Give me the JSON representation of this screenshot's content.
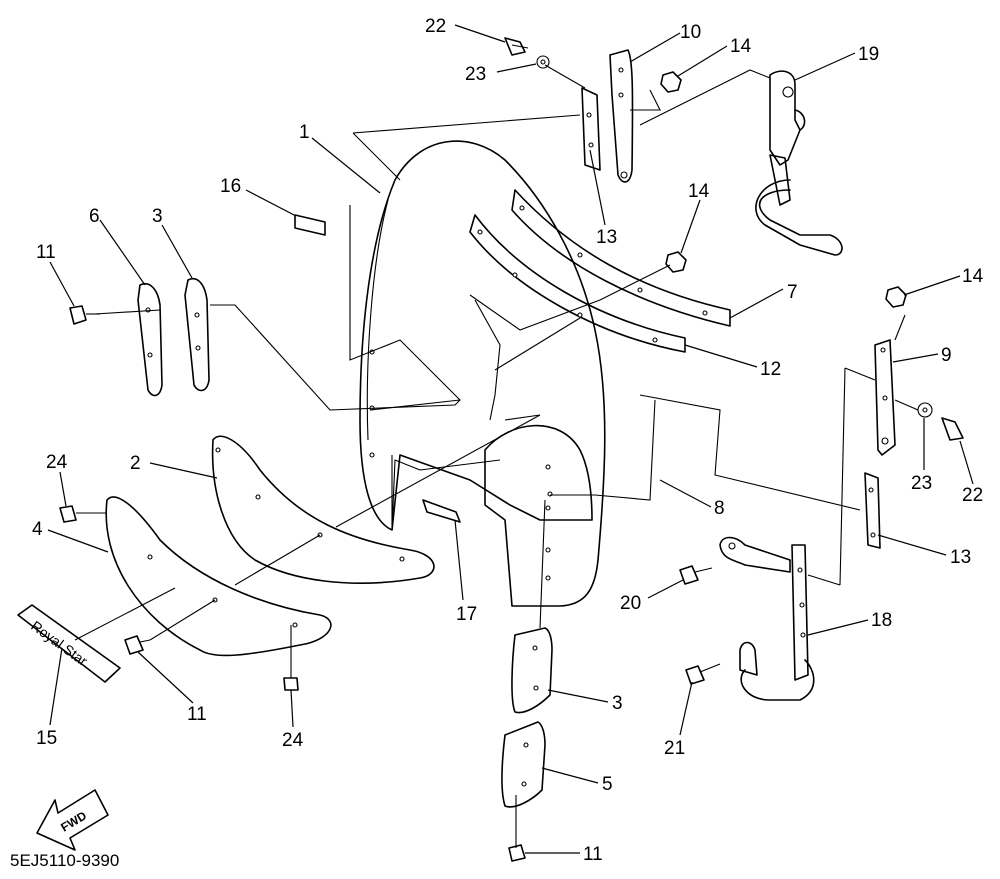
{
  "diagram": {
    "part_code": "5EJ5110-9390",
    "direction_label": "FWD",
    "decal_text": "Royal Star",
    "callouts": [
      {
        "id": "c22a",
        "label": "22"
      },
      {
        "id": "c23a",
        "label": "23"
      },
      {
        "id": "c10",
        "label": "10"
      },
      {
        "id": "c14a",
        "label": "14"
      },
      {
        "id": "c19",
        "label": "19"
      },
      {
        "id": "c1",
        "label": "1"
      },
      {
        "id": "c16",
        "label": "16"
      },
      {
        "id": "c13a",
        "label": "13"
      },
      {
        "id": "c14b",
        "label": "14"
      },
      {
        "id": "c6",
        "label": "6"
      },
      {
        "id": "c3a",
        "label": "3"
      },
      {
        "id": "c11a",
        "label": "11"
      },
      {
        "id": "c7",
        "label": "7"
      },
      {
        "id": "c14c",
        "label": "14"
      },
      {
        "id": "c9",
        "label": "9"
      },
      {
        "id": "c12",
        "label": "12"
      },
      {
        "id": "c24a",
        "label": "24"
      },
      {
        "id": "c2",
        "label": "2"
      },
      {
        "id": "c4",
        "label": "4"
      },
      {
        "id": "c8",
        "label": "8"
      },
      {
        "id": "c23b",
        "label": "23"
      },
      {
        "id": "c22b",
        "label": "22"
      },
      {
        "id": "c13b",
        "label": "13"
      },
      {
        "id": "c17",
        "label": "17"
      },
      {
        "id": "c20",
        "label": "20"
      },
      {
        "id": "c18",
        "label": "18"
      },
      {
        "id": "c15",
        "label": "15"
      },
      {
        "id": "c11b",
        "label": "11"
      },
      {
        "id": "c24b",
        "label": "24"
      },
      {
        "id": "c3b",
        "label": "3"
      },
      {
        "id": "c21",
        "label": "21"
      },
      {
        "id": "c5",
        "label": "5"
      },
      {
        "id": "c11c",
        "label": "11"
      }
    ]
  }
}
